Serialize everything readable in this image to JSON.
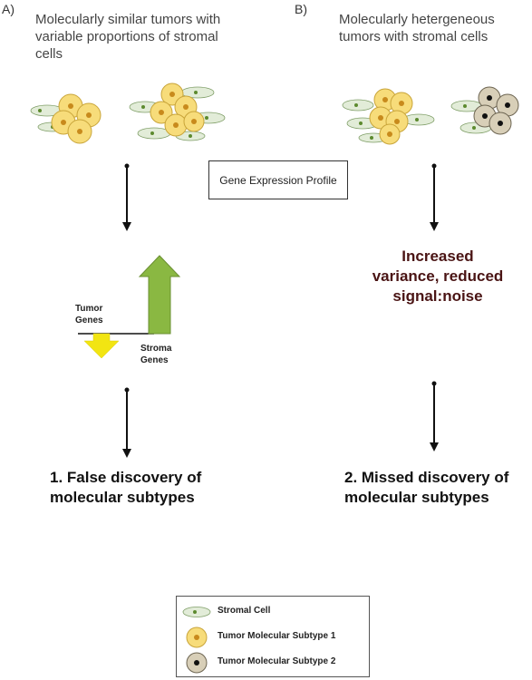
{
  "panel_a": {
    "letter": "A)",
    "title": "Molecularly similar tumors with variable proportions of stromal cells",
    "tumor_genes_label": "Tumor Genes",
    "stroma_genes_label": "Stroma Genes",
    "result": "1. False discovery of molecular subtypes"
  },
  "panel_b": {
    "letter": "B)",
    "title": "Molecularly hetergeneous tumors with stromal cells",
    "variance_text": "Increased variance, reduced signal:noise",
    "result": "2. Missed discovery of molecular subtypes"
  },
  "center_box": {
    "label": "Gene Expression Profile"
  },
  "legend": {
    "items": [
      {
        "label": "Stromal Cell",
        "icon": "stromal-cell-icon"
      },
      {
        "label": "Tumor Molecular Subtype 1",
        "icon": "tumor-subtype-1-icon"
      },
      {
        "label": "Tumor Molecular Subtype 2",
        "icon": "tumor-subtype-2-icon"
      }
    ]
  },
  "colors": {
    "stromal_fill": "#e2ecd8",
    "stromal_nucleus": "#5c8a2e",
    "tumor1_fill": "#f7dc7a",
    "tumor1_nucleus": "#c88a1c",
    "tumor2_fill": "#d8cfb8",
    "tumor2_nucleus": "#111111",
    "green_arrow": "#8ab842",
    "yellow_arrow": "#f2e512",
    "variance_text": "#4a1414"
  }
}
